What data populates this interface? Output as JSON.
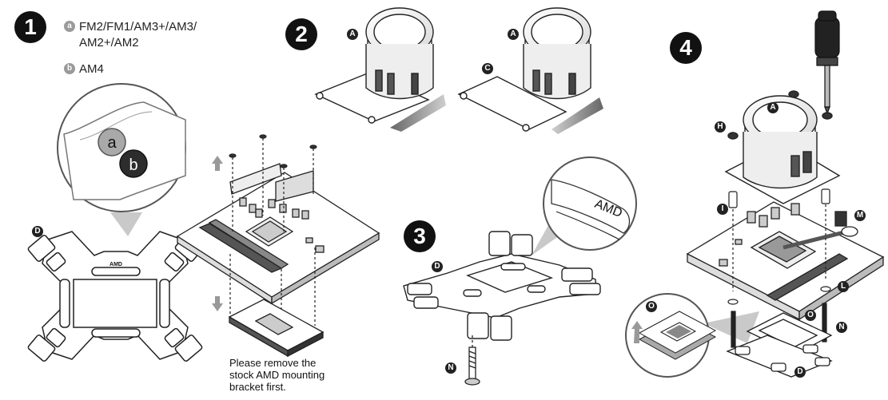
{
  "steps": [
    "1",
    "2",
    "3",
    "4"
  ],
  "options": {
    "a_letter": "a",
    "a_text_line1": "FM2/FM1/AM3+/AM3/",
    "a_text_line2": "AM2+/AM2",
    "b_letter": "b",
    "b_text": "AM4"
  },
  "magnifier": {
    "a": "a",
    "b": "b",
    "amd_small": "AMD"
  },
  "bracket_magnifier_text": "AMD",
  "note": [
    "Please remove the",
    "stock AMD mounting",
    "bracket first."
  ],
  "part_labels": {
    "A": "A",
    "C": "C",
    "D": "D",
    "H": "H",
    "I": "I",
    "L": "L",
    "M": "M",
    "N": "N",
    "O": "O"
  }
}
